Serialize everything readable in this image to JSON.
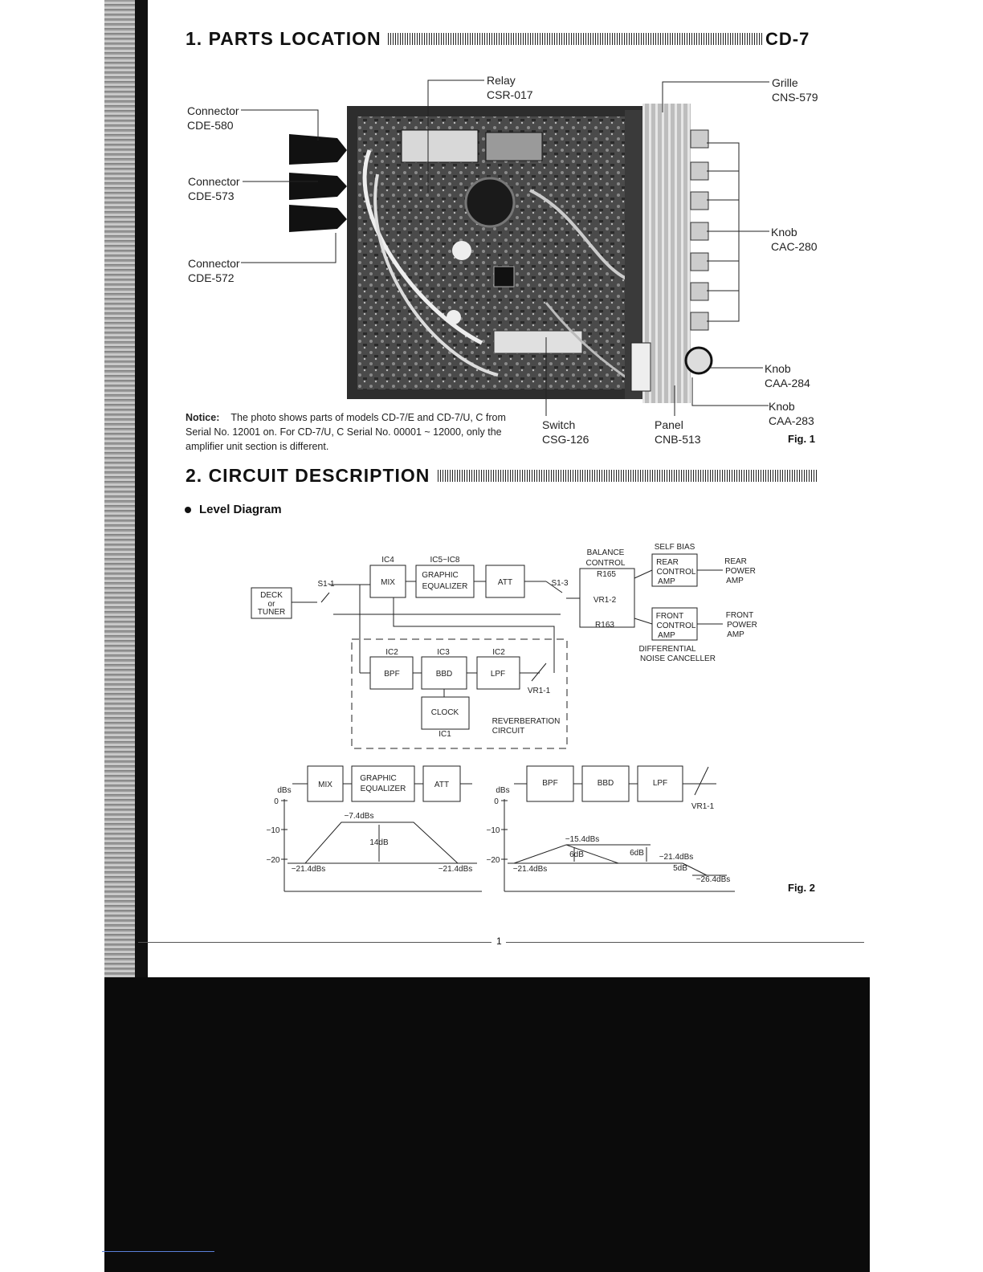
{
  "header": {
    "section1_title": "1. PARTS LOCATION",
    "model": "CD-7",
    "section2_title": "2. CIRCUIT DESCRIPTION"
  },
  "parts": {
    "relay": {
      "name": "Relay",
      "code": "CSR-017"
    },
    "grille": {
      "name": "Grille",
      "code": "CNS-579"
    },
    "connector1": {
      "name": "Connector",
      "code": "CDE-580"
    },
    "connector2": {
      "name": "Connector",
      "code": "CDE-573"
    },
    "connector3": {
      "name": "Connector",
      "code": "CDE-572"
    },
    "knob1": {
      "name": "Knob",
      "code": "CAC-280"
    },
    "knob2": {
      "name": "Knob",
      "code": "CAA-284"
    },
    "knob3": {
      "name": "Knob",
      "code": "CAA-283"
    },
    "switch": {
      "name": "Switch",
      "code": "CSG-126"
    },
    "panel": {
      "name": "Panel",
      "code": "CNB-513"
    }
  },
  "notice": {
    "label": "Notice:",
    "text": "The photo shows parts of models CD-7/E and CD-7/U, C from Serial No. 12001 on. For CD-7/U, C Serial No. 00001 ~ 12000, only the amplifier unit section is different."
  },
  "fig1": "Fig. 1",
  "fig2": "Fig. 2",
  "level_diagram_title": "Level Diagram",
  "block": {
    "deck": "DECK",
    "or": "or",
    "tuner": "TUNER",
    "s1_1": "S1-1",
    "s1_3": "S1-3",
    "ic4": "IC4",
    "ic5_ic8": "IC5~IC8",
    "mix": "MIX",
    "graphic": "GRAPHIC",
    "equalizer": "EQUALIZER",
    "att": "ATT",
    "balance": "BALANCE",
    "control": "CONTROL",
    "r165": "R165",
    "r163": "R163",
    "vr1_2": "VR1-2",
    "self_bias": "SELF BIAS",
    "rear": "REAR",
    "front": "FRONT",
    "amp": "AMP",
    "power": "POWER",
    "differential": "DIFFERENTIAL",
    "noise_canceller": "NOISE CANCELLER",
    "ic2": "IC2",
    "ic3": "IC3",
    "ic1": "IC1",
    "bpf": "BPF",
    "bbd": "BBD",
    "lpf": "LPF",
    "vr1_1": "VR1-1",
    "clock": "CLOCK",
    "reverberation": "REVERBERATION",
    "circuit": "CIRCUIT"
  },
  "levels": {
    "unit": "dBs",
    "tick0": "0",
    "tick10": "−10",
    "tick20": "−20",
    "left_peak": "−7.4dBs",
    "left_gain": "14dB",
    "left_in": "−21.4dBs",
    "left_out": "−21.4dBs",
    "right_in": "−21.4dBs",
    "right_peak": "−15.4dBs",
    "right_6db_a": "6dB",
    "right_6db_b": "6dB",
    "right_out": "−21.4dBs",
    "right_5db": "5dB",
    "right_end": "−26.4dBs"
  },
  "page_number": "1"
}
